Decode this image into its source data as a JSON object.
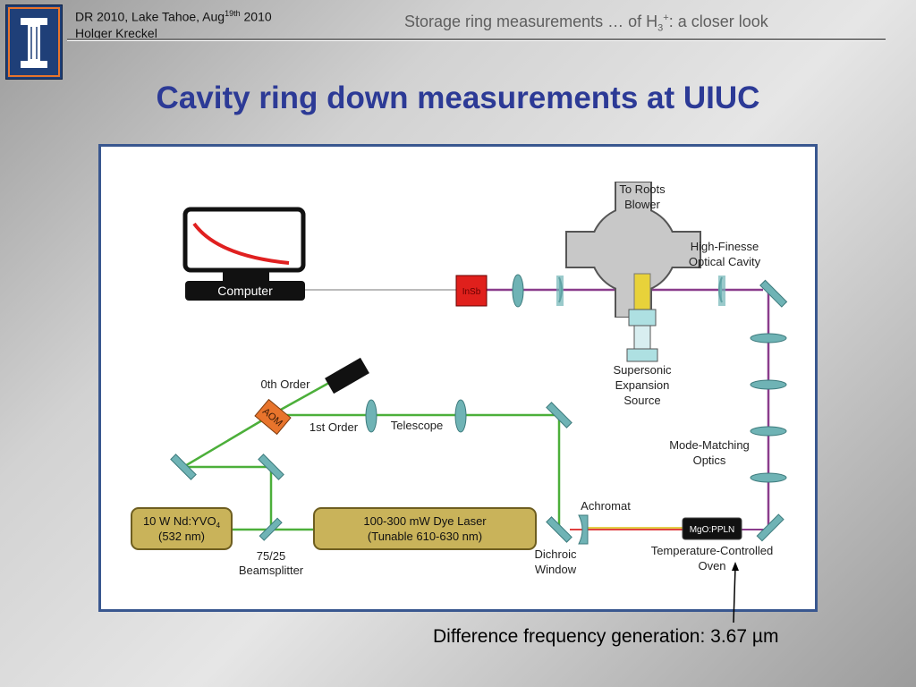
{
  "header": {
    "event_prefix": "DR 2010, Lake Tahoe, Aug",
    "event_sup": "19th",
    "event_suffix": " 2010",
    "author": "Holger Kreckel",
    "talk_prefix": "Storage ring measurements … of H",
    "talk_sub": "3",
    "talk_sup": "+",
    "talk_suffix": ": a closer look"
  },
  "title": "Cavity ring down measurements at UIUC",
  "caption": "Difference frequency generation: 3.67 µm",
  "diagram": {
    "computer_label": "Computer",
    "insb_label": "InSb",
    "roots_blower_line1": "To Roots",
    "roots_blower_line2": "Blower",
    "cavity_line1": "High-Finesse",
    "cavity_line2": "Optical Cavity",
    "supersonic_line1": "Supersonic",
    "supersonic_line2": "Expansion",
    "supersonic_line3": "Source",
    "zeroth_order": "0th Order",
    "aom_label": "AOM",
    "first_order": "1st Order",
    "telescope": "Telescope",
    "mode_matching_line1": "Mode-Matching",
    "mode_matching_line2": "Optics",
    "ndyvo_line1": "10 W Nd:YVO",
    "ndyvo_sub": "4",
    "ndyvo_line2": "(532 nm)",
    "beamsplitter_line1": "75/25",
    "beamsplitter_line2": "Beamsplitter",
    "dye_line1": "100-300 mW Dye Laser",
    "dye_line2": "(Tunable 610-630 nm)",
    "dichroic_line1": "Dichroic",
    "dichroic_line2": "Window",
    "achromat": "Achromat",
    "pplm_label": "MgO:PPLN",
    "oven_line1": "Temperature-Controlled",
    "oven_line2": "Oven"
  },
  "colors": {
    "title": "#2c3a96",
    "green_beam": "#4caf3a",
    "purple_beam": "#8a3c8c",
    "laser_box": "#c9b35a",
    "optic": "#6fb3b5",
    "insb": "#e0201c",
    "frame": "#39578f"
  }
}
